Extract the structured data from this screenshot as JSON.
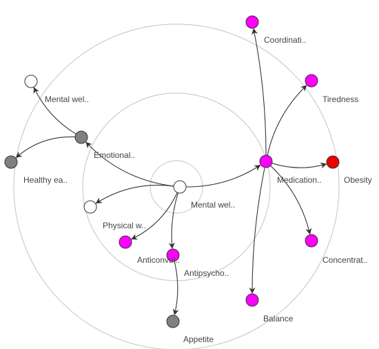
{
  "colors": {
    "ring": "#cccccc",
    "edge": "#333333",
    "node_stroke": "#333333",
    "white": "#ffffff",
    "gray": "#808080",
    "magenta": "#ff00ff",
    "red": "#ee0000"
  },
  "nodes": [
    {
      "id": "mental-wellbeing-center",
      "label": "Mental wel..",
      "color": "white"
    },
    {
      "id": "emotional",
      "label": "Emotional..",
      "color": "gray"
    },
    {
      "id": "mental-wellbeing-outer",
      "label": "Mental wel..",
      "color": "white"
    },
    {
      "id": "healthy-eating",
      "label": "Healthy ea..",
      "color": "gray"
    },
    {
      "id": "physical",
      "label": "Physical w..",
      "color": "white"
    },
    {
      "id": "anticonvulsant",
      "label": "Anticonvul..",
      "color": "magenta"
    },
    {
      "id": "antipsychotic",
      "label": "Antipsycho..",
      "color": "magenta"
    },
    {
      "id": "appetite",
      "label": "Appetite",
      "color": "gray"
    },
    {
      "id": "medication",
      "label": "Medication..",
      "color": "magenta"
    },
    {
      "id": "coordination",
      "label": "Coordinati..",
      "color": "magenta"
    },
    {
      "id": "tiredness",
      "label": "Tiredness",
      "color": "magenta"
    },
    {
      "id": "obesity",
      "label": "Obesity",
      "color": "red"
    },
    {
      "id": "concentration",
      "label": "Concentrat..",
      "color": "magenta"
    },
    {
      "id": "balance",
      "label": "Balance",
      "color": "magenta"
    }
  ],
  "edges": [
    {
      "from": "mental-wellbeing-center",
      "to": "emotional"
    },
    {
      "from": "emotional",
      "to": "mental-wellbeing-outer"
    },
    {
      "from": "emotional",
      "to": "healthy-eating"
    },
    {
      "from": "mental-wellbeing-center",
      "to": "physical"
    },
    {
      "from": "mental-wellbeing-center",
      "to": "anticonvulsant"
    },
    {
      "from": "mental-wellbeing-center",
      "to": "antipsychotic"
    },
    {
      "from": "antipsychotic",
      "to": "appetite"
    },
    {
      "from": "mental-wellbeing-center",
      "to": "medication"
    },
    {
      "from": "medication",
      "to": "coordination"
    },
    {
      "from": "medication",
      "to": "tiredness"
    },
    {
      "from": "medication",
      "to": "obesity"
    },
    {
      "from": "medication",
      "to": "concentration"
    },
    {
      "from": "medication",
      "to": "balance"
    }
  ]
}
